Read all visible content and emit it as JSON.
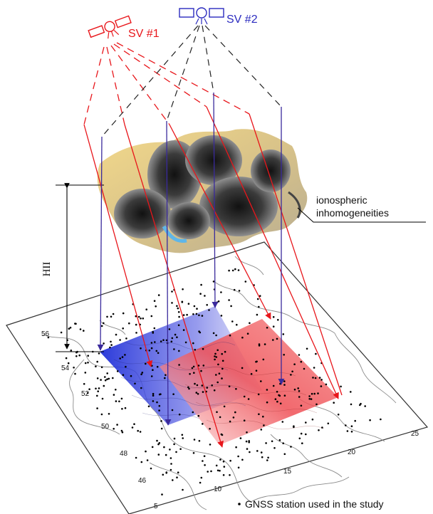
{
  "satellites": {
    "sv1": {
      "label": "SV #1",
      "color": "#e8161b"
    },
    "sv2": {
      "label": "SV #2",
      "color": "#2b2bbf"
    }
  },
  "layer": {
    "label_line1": "ionospheric",
    "label_line2": "inhomogeneities",
    "height_label": "HII"
  },
  "map": {
    "lat_ticks": [
      "56",
      "54",
      "52",
      "50",
      "48",
      "46"
    ],
    "lon_ticks": [
      "5",
      "10",
      "15",
      "20",
      "25"
    ],
    "legend": "GNSS station used in the study"
  },
  "colors": {
    "blue_field": "#2a3bd6",
    "red_field": "#f0404a",
    "ray_red": "#e8161b",
    "ray_blue": "#3a2a9c"
  }
}
